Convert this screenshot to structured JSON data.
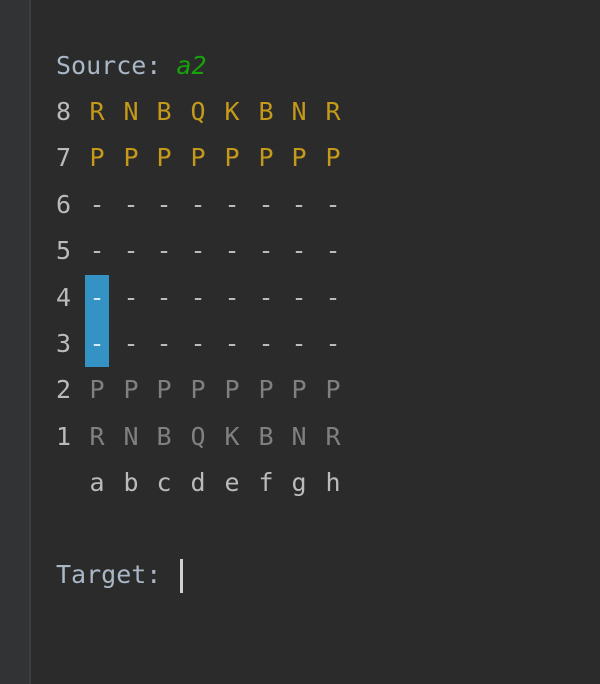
{
  "source": {
    "label": "Source: ",
    "value": "a2"
  },
  "target": {
    "label": "Target: "
  },
  "board": {
    "ranks": [
      {
        "label": "8",
        "cells": [
          "R",
          "N",
          "B",
          "Q",
          "K",
          "B",
          "N",
          "R"
        ],
        "side": "black"
      },
      {
        "label": "7",
        "cells": [
          "P",
          "P",
          "P",
          "P",
          "P",
          "P",
          "P",
          "P"
        ],
        "side": "black"
      },
      {
        "label": "6",
        "cells": [
          "-",
          "-",
          "-",
          "-",
          "-",
          "-",
          "-",
          "-"
        ],
        "side": "empty"
      },
      {
        "label": "5",
        "cells": [
          "-",
          "-",
          "-",
          "-",
          "-",
          "-",
          "-",
          "-"
        ],
        "side": "empty"
      },
      {
        "label": "4",
        "cells": [
          "-",
          "-",
          "-",
          "-",
          "-",
          "-",
          "-",
          "-"
        ],
        "side": "empty"
      },
      {
        "label": "3",
        "cells": [
          "-",
          "-",
          "-",
          "-",
          "-",
          "-",
          "-",
          "-"
        ],
        "side": "empty"
      },
      {
        "label": "2",
        "cells": [
          "P",
          "P",
          "P",
          "P",
          "P",
          "P",
          "P",
          "P"
        ],
        "side": "white"
      },
      {
        "label": "1",
        "cells": [
          "R",
          "N",
          "B",
          "Q",
          "K",
          "B",
          "N",
          "R"
        ],
        "side": "white"
      }
    ],
    "files": [
      "a",
      "b",
      "c",
      "d",
      "e",
      "f",
      "g",
      "h"
    ],
    "highlighted_squares": [
      "a4",
      "a3"
    ]
  },
  "colors": {
    "background": "#2b2b2b",
    "black_pieces": "#c59a1a",
    "white_pieces": "#808080",
    "source_value": "#16a30a",
    "highlight": "#3592c4"
  }
}
